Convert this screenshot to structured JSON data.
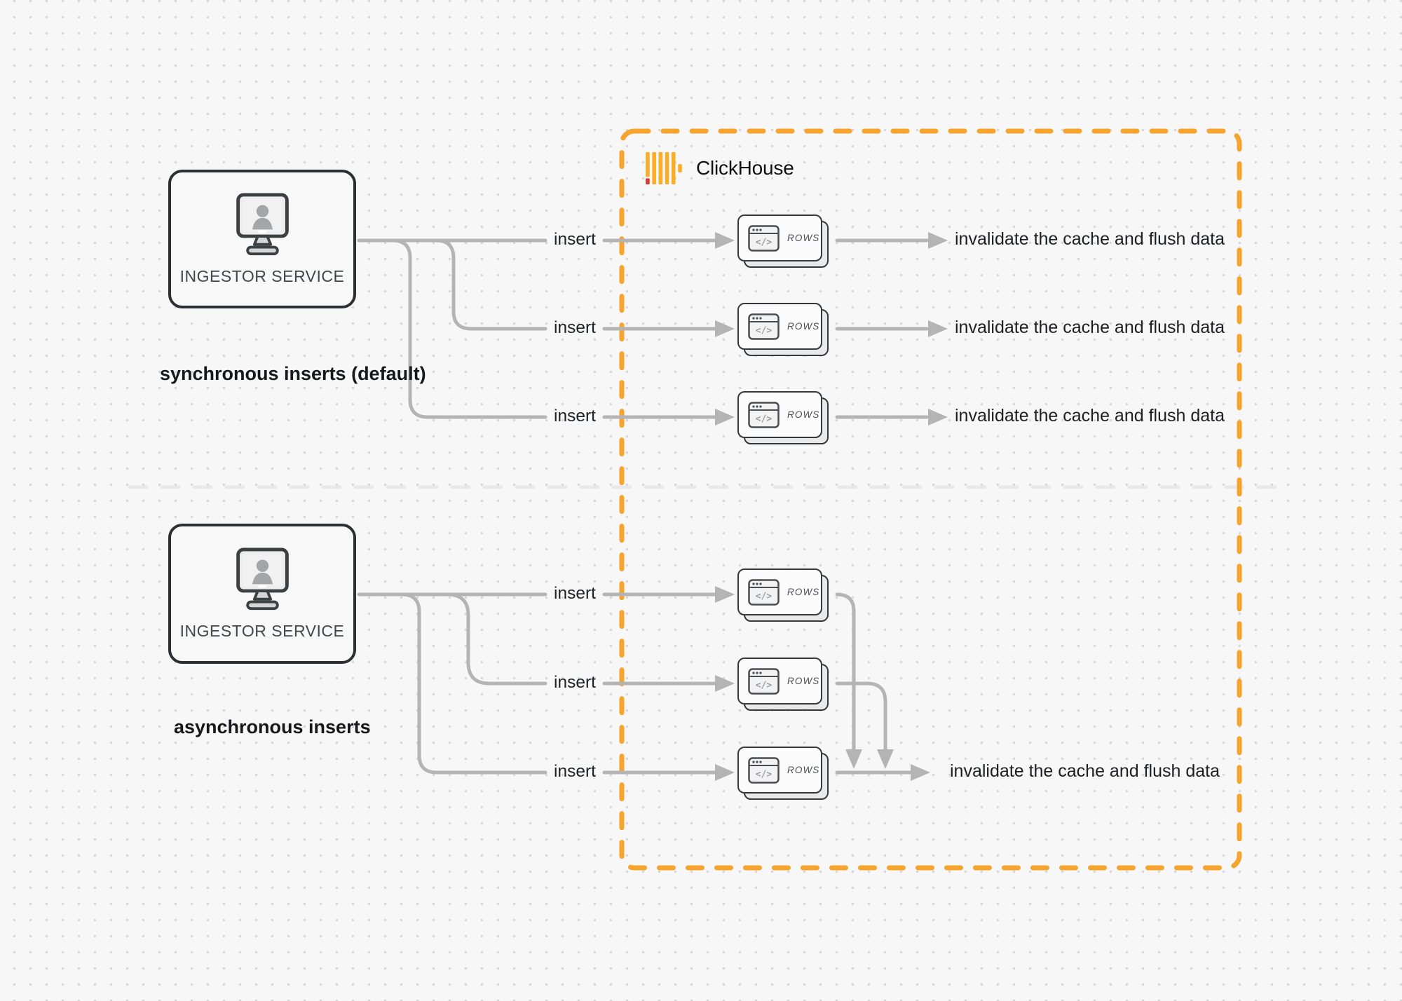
{
  "clickhouse": {
    "brand_name": "ClickHouse",
    "box_border_color": "#F6A42D",
    "logo_yellow": "#FAAD26",
    "logo_red": "#DF342C"
  },
  "ingestor": {
    "label": "INGESTOR SERVICE"
  },
  "sections": {
    "sync": {
      "caption": "synchronous inserts (default)"
    },
    "async": {
      "caption": "asynchronous inserts"
    }
  },
  "flow": {
    "insert_label": "insert",
    "result_label": "invalidate the cache and flush data"
  },
  "rows_card": {
    "label": "ROWS",
    "code_glyph": "</>"
  },
  "colors": {
    "background": "#f7f7f8",
    "dot": "#d8d8db",
    "connector": "#b4b4b4",
    "divider": "#e8e8ea"
  }
}
